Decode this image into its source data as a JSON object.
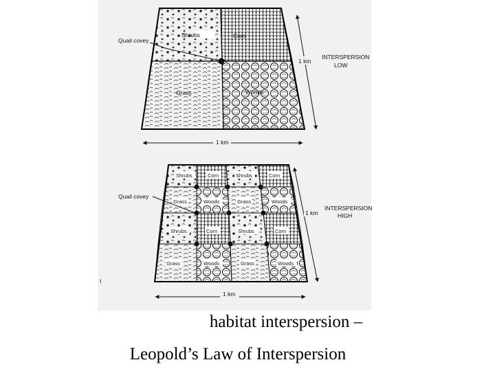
{
  "caption": {
    "line1": "habitat interspersion –",
    "line2": "Leopold’s Law of Interspersion"
  },
  "top_diagram": {
    "cells": [
      "Shrubs",
      "Corn",
      "Grass",
      "Woods"
    ],
    "callout": "Quail covey",
    "side_scale": "1 km",
    "bottom_scale": "1 km",
    "level_line1": "INTERSPERSION",
    "level_line2": "LOW"
  },
  "bottom_diagram": {
    "rows": [
      [
        "Shrubs",
        "Corn",
        "Shrubs",
        "Corn"
      ],
      [
        "Grass",
        "Woods",
        "Grass",
        "Woods"
      ],
      [
        "Shrubs",
        "Corn",
        "Shrubs",
        "Corn"
      ],
      [
        "Grass",
        "Woods",
        "Grass",
        "Woods"
      ]
    ],
    "callout": "Quail covey",
    "side_scale": "1 km",
    "bottom_scale": "1 km",
    "level_line1": "INTERSPERSION",
    "level_line2": "HIGH"
  },
  "stray_mark": "t",
  "colors": {
    "ink": "#111111",
    "paper": "#f1f1f1"
  }
}
